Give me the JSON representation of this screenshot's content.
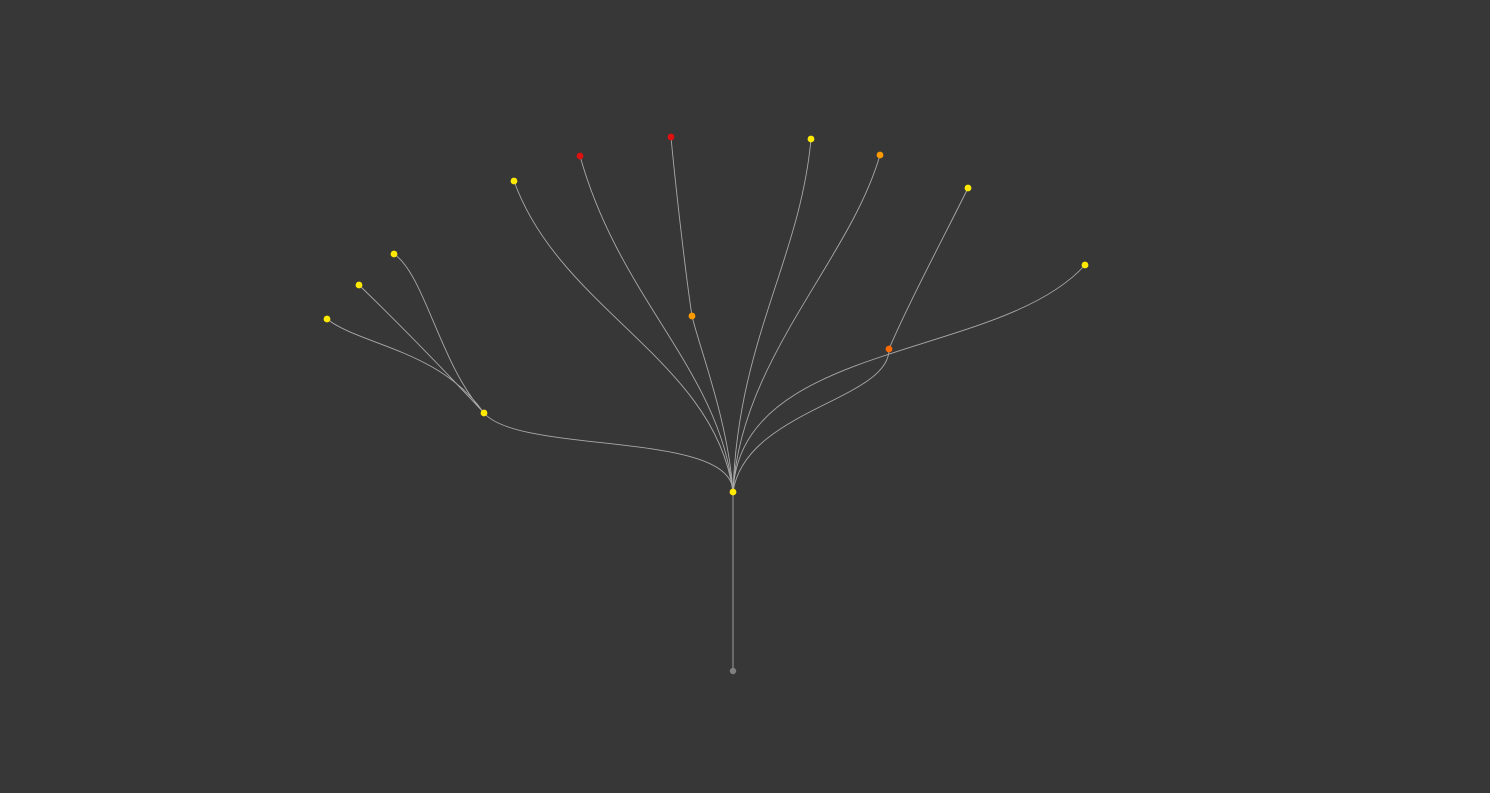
{
  "background": "#373737",
  "edge_color": "#a9a9a9",
  "node_colors": {
    "root": "#808080",
    "yellow": "#ffea00",
    "amber": "#ff9a00",
    "orange": "#ff6a00",
    "red": "#e01010"
  },
  "nodes": [
    {
      "id": "root",
      "color": "root"
    },
    {
      "id": "hub",
      "color": "yellow"
    },
    {
      "id": "left-hub",
      "color": "yellow"
    },
    {
      "id": "left-leaf-1",
      "color": "yellow"
    },
    {
      "id": "left-leaf-2",
      "color": "yellow"
    },
    {
      "id": "left-leaf-3",
      "color": "yellow"
    },
    {
      "id": "leaf-yellow-a",
      "color": "yellow"
    },
    {
      "id": "leaf-red-a",
      "color": "red"
    },
    {
      "id": "leaf-red-b",
      "color": "red"
    },
    {
      "id": "mid-amber",
      "color": "amber"
    },
    {
      "id": "leaf-yellow-b",
      "color": "yellow"
    },
    {
      "id": "leaf-amber",
      "color": "amber"
    },
    {
      "id": "right-orange",
      "color": "orange"
    },
    {
      "id": "leaf-yellow-c",
      "color": "yellow"
    },
    {
      "id": "leaf-yellow-d",
      "color": "yellow"
    }
  ],
  "edges": [
    {
      "from": "root",
      "to": "hub"
    },
    {
      "from": "hub",
      "to": "left-hub"
    },
    {
      "from": "left-hub",
      "to": "left-leaf-1"
    },
    {
      "from": "left-hub",
      "to": "left-leaf-2"
    },
    {
      "from": "left-hub",
      "to": "left-leaf-3"
    },
    {
      "from": "hub",
      "to": "leaf-yellow-a"
    },
    {
      "from": "hub",
      "to": "leaf-red-a"
    },
    {
      "from": "hub",
      "to": "mid-amber"
    },
    {
      "from": "mid-amber",
      "to": "leaf-red-b"
    },
    {
      "from": "hub",
      "to": "leaf-yellow-b"
    },
    {
      "from": "hub",
      "to": "leaf-amber"
    },
    {
      "from": "hub",
      "to": "right-orange"
    },
    {
      "from": "right-orange",
      "to": "leaf-yellow-c"
    },
    {
      "from": "hub",
      "to": "leaf-yellow-d"
    }
  ]
}
